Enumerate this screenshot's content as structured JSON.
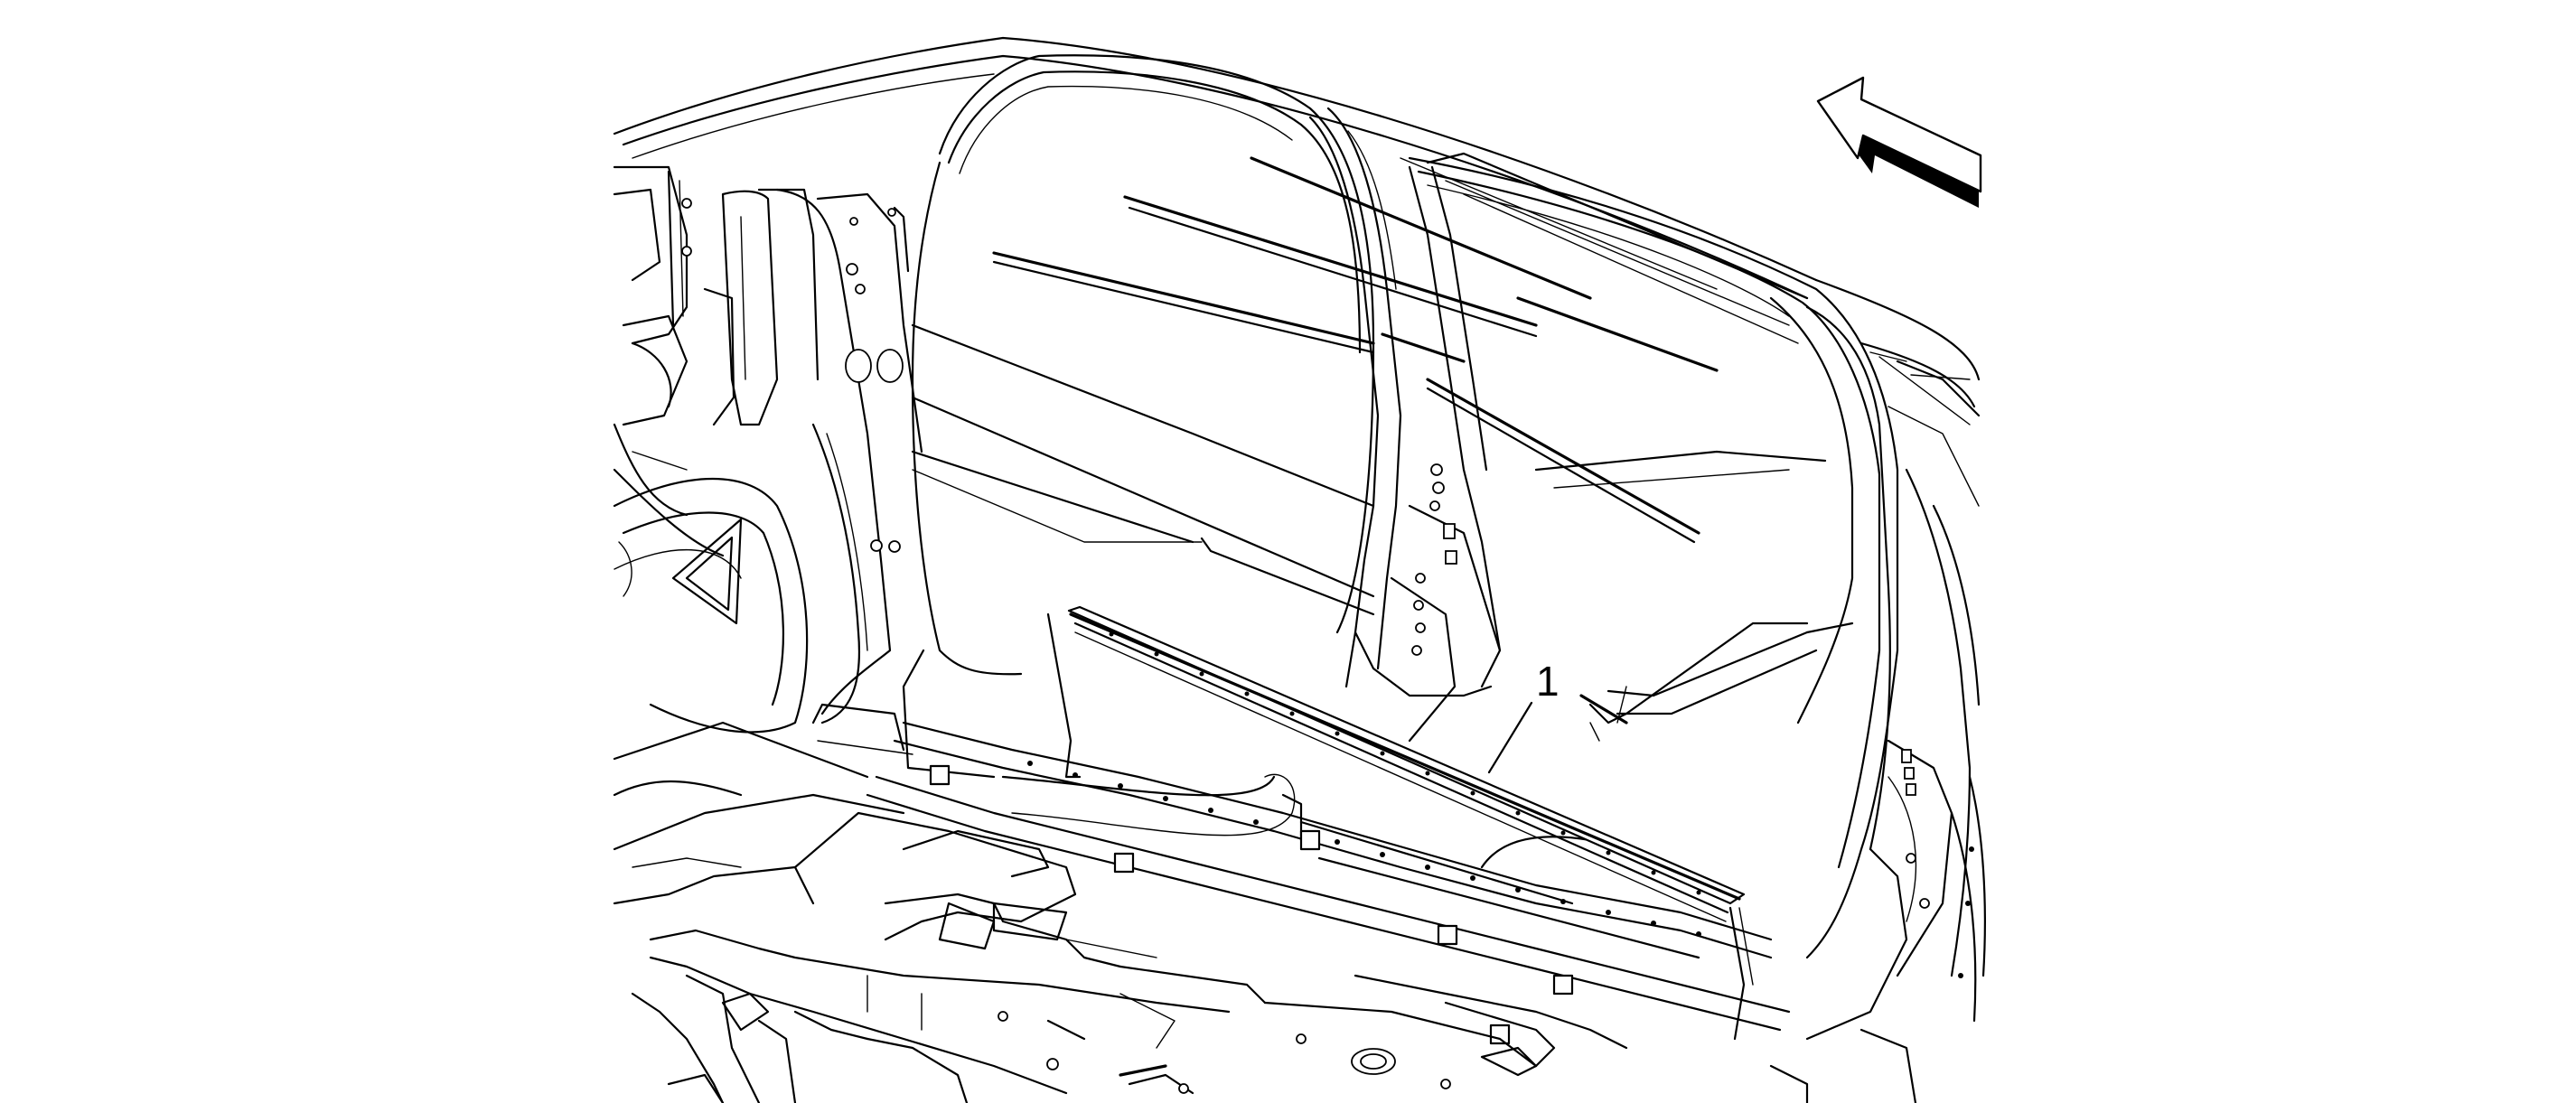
{
  "callouts": [
    {
      "id": "1",
      "label": "1",
      "target": "door-sill-weatherstrip"
    }
  ],
  "icons": {
    "direction_arrow": "arrow-up-left-icon"
  }
}
